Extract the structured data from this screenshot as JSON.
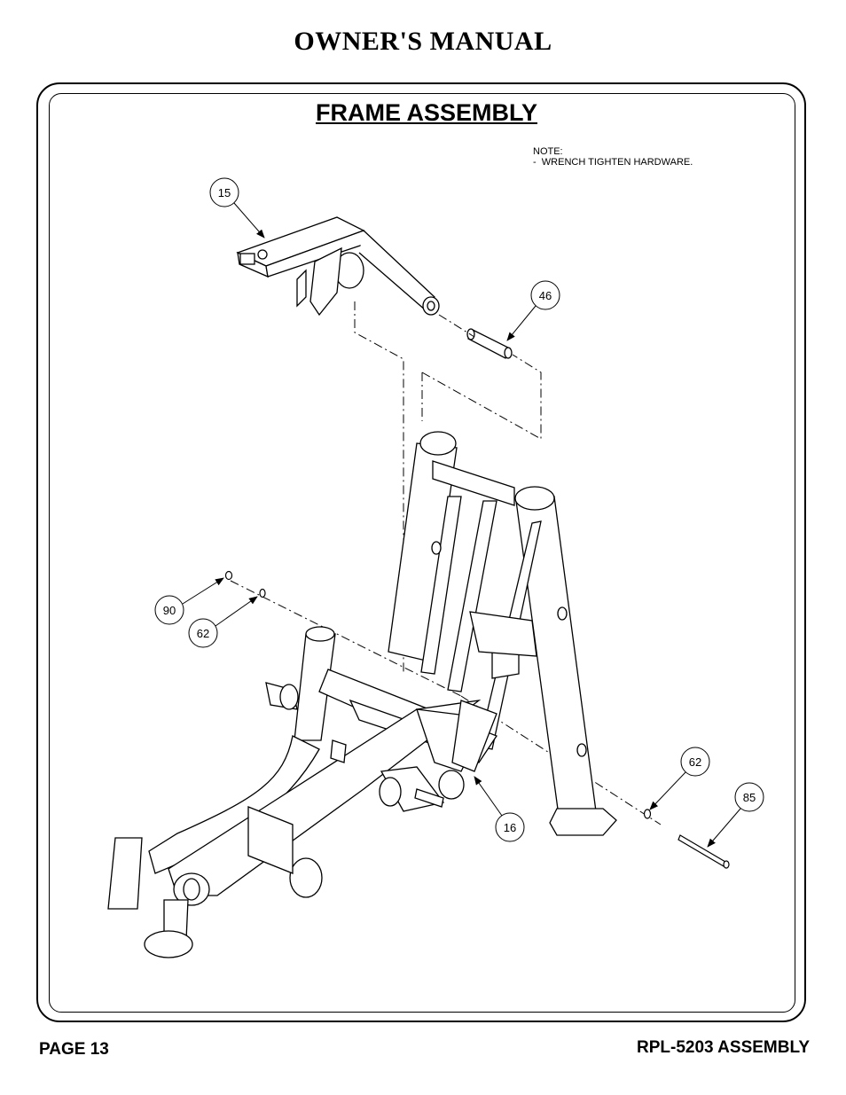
{
  "header": {
    "title": "OWNER'S MANUAL"
  },
  "section": {
    "title": "FRAME ASSEMBLY"
  },
  "note": {
    "text": "NOTE:\n-  WRENCH TIGHTEN HARDWARE."
  },
  "callouts": {
    "c15": "15",
    "c46": "46",
    "c90": "90",
    "c62a": "62",
    "c62b": "62",
    "c85": "85",
    "c16": "16"
  },
  "footer": {
    "page": "PAGE 13",
    "doc": "RPL-5203 ASSEMBLY"
  }
}
